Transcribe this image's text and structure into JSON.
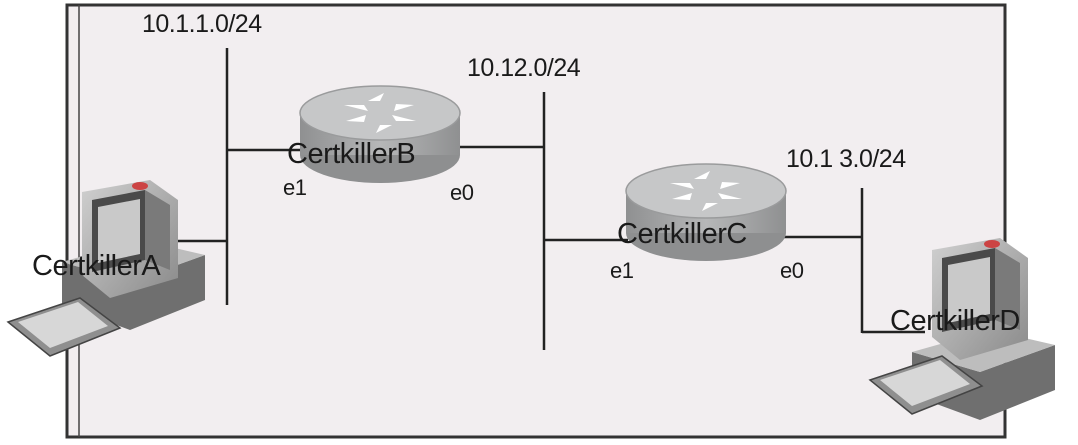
{
  "colors": {
    "background": "#f2eef0",
    "border": "#333333",
    "line": "#222222",
    "router_body": "#a9aaab",
    "router_top": "#c6c7c8"
  },
  "networks": [
    {
      "id": "net-a",
      "label": "10.1.1.0/24"
    },
    {
      "id": "net-bc",
      "label": "10.12.0/24"
    },
    {
      "id": "net-d",
      "label": "10.1 3.0/24"
    }
  ],
  "devices": {
    "host_a": {
      "label": "CertkillerA",
      "icon": "desktop-computer-icon"
    },
    "router_b": {
      "label": "CertkillerB",
      "icon": "router-icon",
      "port_left": "e1",
      "port_right": "e0"
    },
    "router_c": {
      "label": "CertkillerC",
      "icon": "router-icon",
      "port_left": "e1",
      "port_right": "e0"
    },
    "host_d": {
      "label": "CertkillerD",
      "icon": "desktop-computer-icon"
    }
  }
}
